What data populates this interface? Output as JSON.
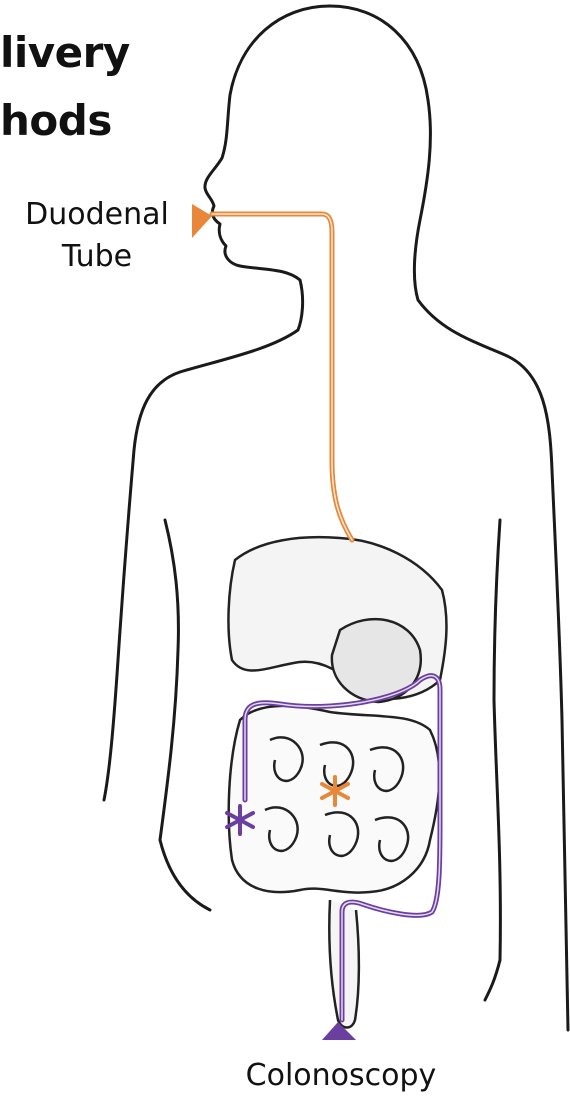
{
  "title": {
    "line1": "livery",
    "line2": "hods"
  },
  "labels": {
    "duodenal_line1": "Duodenal",
    "duodenal_line2": "Tube",
    "colonoscopy": "Colonoscopy"
  },
  "colors": {
    "duodenal_route": "#e8873a",
    "colonoscopy_route": "#6b3fa0",
    "outline": "#1a1a1a"
  }
}
